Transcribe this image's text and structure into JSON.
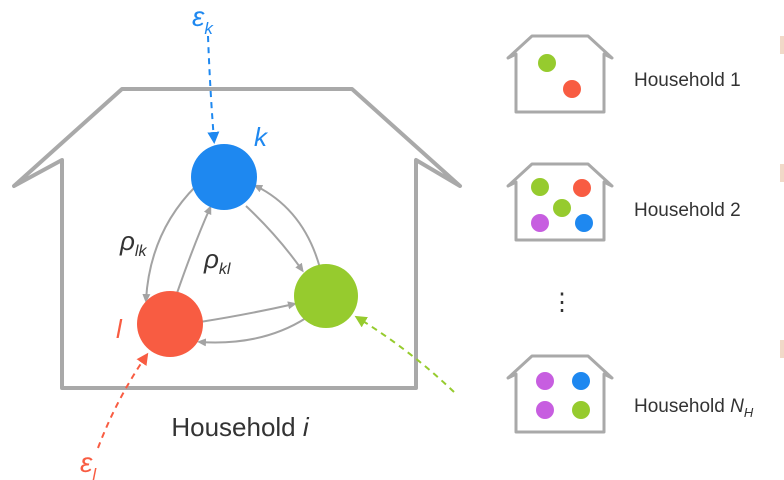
{
  "colors": {
    "blue": "#1e88f0",
    "red": "#f85c42",
    "green": "#96cb2e",
    "purple": "#c75ee0",
    "outline": "#a9a9a9",
    "edge": "#a3a3a3",
    "text": "#333333"
  },
  "main_house": {
    "label_prefix": "Household ",
    "label_var": "i",
    "nodes": {
      "k": {
        "label": "k",
        "color": "blue"
      },
      "l": {
        "label": "l",
        "color": "red"
      },
      "m": {
        "color": "green"
      }
    },
    "edge_labels": {
      "rho_lk": {
        "base": "ρ",
        "sub": "lk"
      },
      "rho_kl": {
        "base": "ρ",
        "sub": "kl"
      }
    },
    "external_inputs": {
      "eps_k": {
        "base": "ε",
        "sub": "k",
        "color": "blue"
      },
      "eps_l": {
        "base": "ε",
        "sub": "l",
        "color": "red"
      },
      "eps_m": {
        "color": "green"
      }
    }
  },
  "households": [
    {
      "label": "Household 1",
      "members": [
        "green",
        "red"
      ]
    },
    {
      "label": "Household 2",
      "members": [
        "green",
        "red",
        "green",
        "purple",
        "blue"
      ]
    },
    {
      "label_prefix": "Household ",
      "label_var": "N",
      "label_sub": "H",
      "members": [
        "purple",
        "blue",
        "purple",
        "green"
      ]
    }
  ],
  "ellipsis": "⋮"
}
